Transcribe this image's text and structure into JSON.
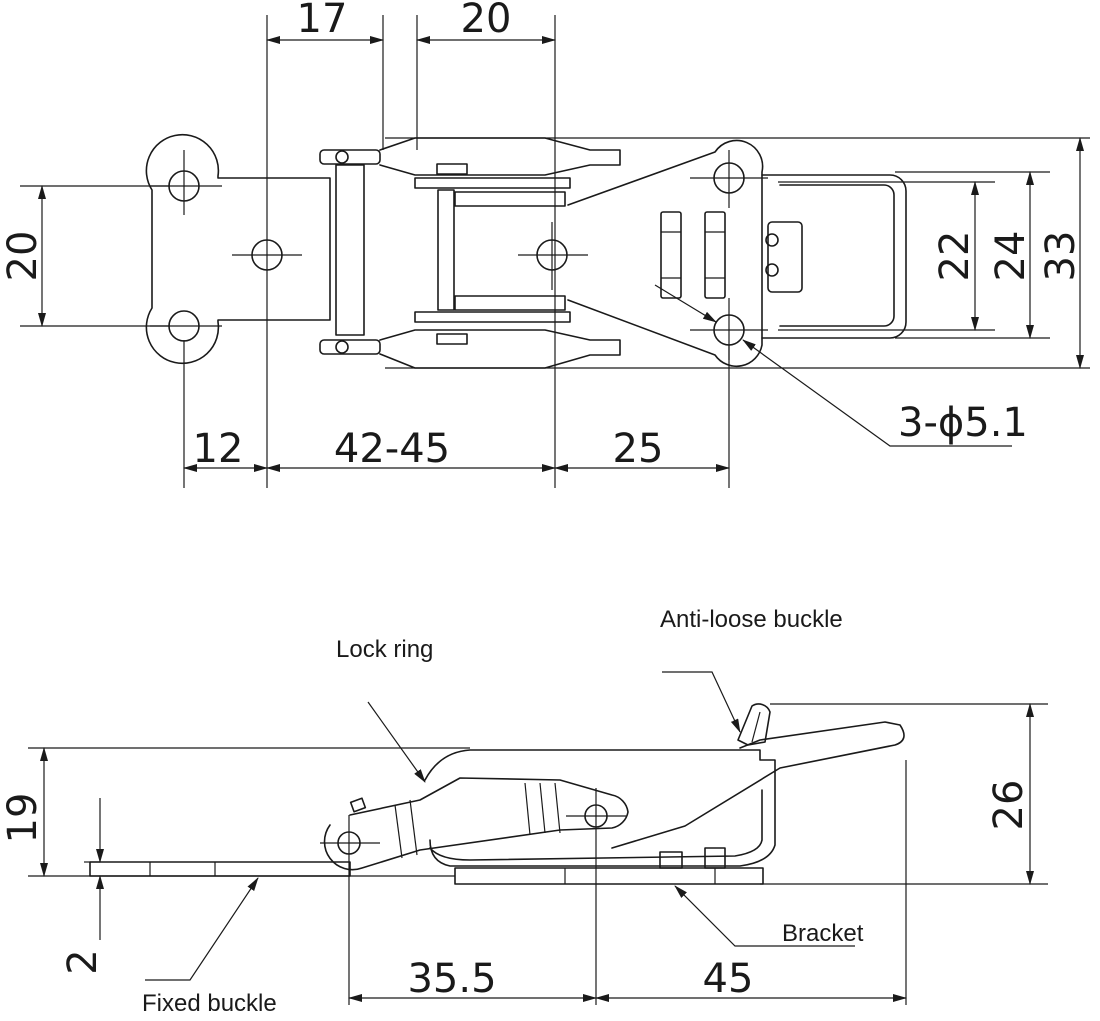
{
  "top_view": {
    "dims": {
      "d17": "17",
      "d20_top": "20",
      "d20_left": "20",
      "d12": "12",
      "d42_45": "42-45",
      "d25": "25",
      "d22": "22",
      "d24": "24",
      "d33": "33",
      "holes": "3-ϕ5.1"
    }
  },
  "side_view": {
    "dims": {
      "d19": "19",
      "d2": "2",
      "d26": "26",
      "d35_5": "35.5",
      "d45": "45"
    },
    "labels": {
      "lock_ring": "Lock ring",
      "anti_loose_buckle": "Anti-loose buckle",
      "bracket": "Bracket",
      "fixed_buckle": "Fixed buckle"
    }
  },
  "colors": {
    "line": "#1a1a1a",
    "background": "#ffffff"
  }
}
